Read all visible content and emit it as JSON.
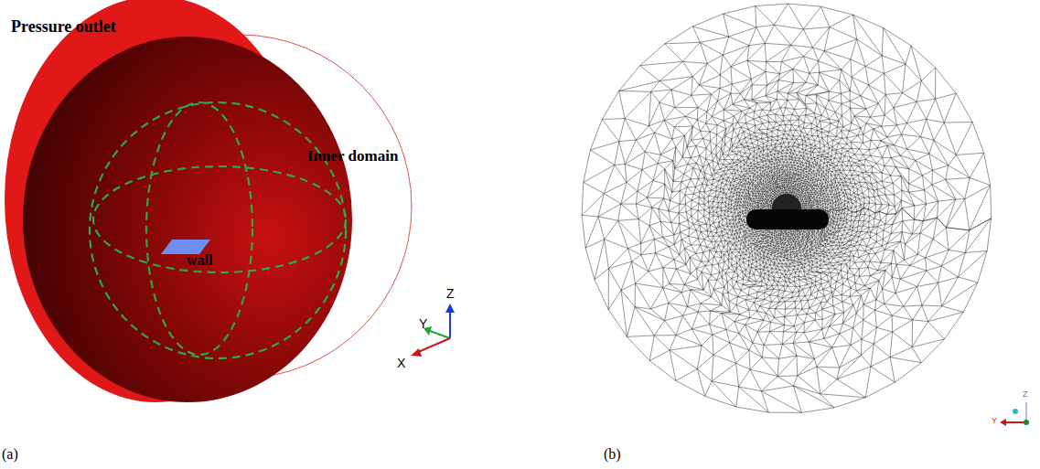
{
  "diagram": {
    "labels": [
      "Pressure outlet",
      "Inner domain",
      "wall",
      "Z",
      "Y",
      "X",
      "(a)",
      "(b)",
      "Z",
      "Y"
    ]
  }
}
